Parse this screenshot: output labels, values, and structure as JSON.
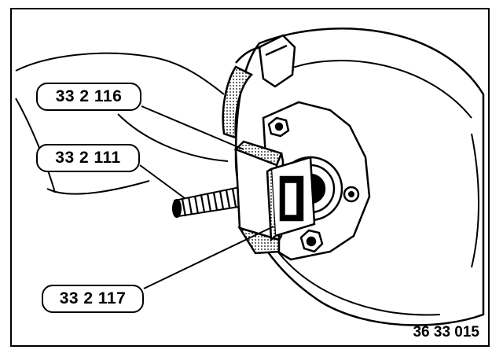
{
  "labels": {
    "part_a": "33 2 116",
    "part_b": "33 2 111",
    "part_c": "33 2 117"
  },
  "figure_ref": "36 33 015"
}
